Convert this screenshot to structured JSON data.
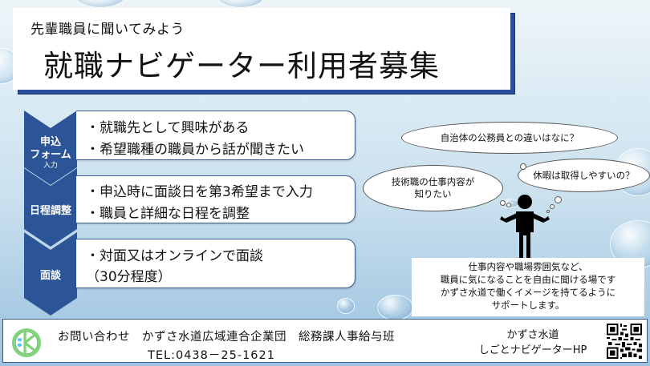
{
  "header": {
    "subtitle": "先輩職員に聞いてみよう",
    "title": "就職ナビゲーター利用者募集"
  },
  "steps": [
    {
      "label": "申込",
      "label2": "フォーム",
      "label_small": "入力",
      "lines": [
        "・就職先として興味がある",
        "・希望職種の職員から話が聞きたい"
      ]
    },
    {
      "label": "日程調整",
      "lines": [
        "・申込時に面談日を第3希望まで入力",
        "・職員と詳細な日程を調整"
      ]
    },
    {
      "label": "面談",
      "lines": [
        "・対面又はオンラインで面談",
        "（30分程度）"
      ]
    }
  ],
  "thoughts": [
    "自治体の公務員との違いはなに？",
    "技術職の仕事内容が\n知りたい",
    "休暇は取得しやすいの？"
  ],
  "thought_lines": {
    "q1": "自治体の公務員との違いはなに？",
    "q2a": "技術職の仕事内容が",
    "q2b": "知りたい",
    "q3": "休暇は取得しやすいの？"
  },
  "info": {
    "lines": [
      "仕事内容や職場雰囲気など、",
      "職員に気になることを自由に聞ける場です",
      "かずさ水道で働くイメージを持てるように",
      "サポートします。"
    ]
  },
  "footer": {
    "contact_line1": "お問い合わせ　かずさ水道広域連合企業団　総務課人事給与班",
    "contact_line2": "TEL:0438－25-1621",
    "hp_line1": "かずさ水道",
    "hp_line2": "しごとナビゲーターHP",
    "logo_icon": "kazusa-water-logo",
    "qr_icon": "qr-code"
  },
  "colors": {
    "accent_blue": "#2b5597",
    "title_shadow": "#2a4e9c",
    "logo_green": "#7ed57a"
  }
}
